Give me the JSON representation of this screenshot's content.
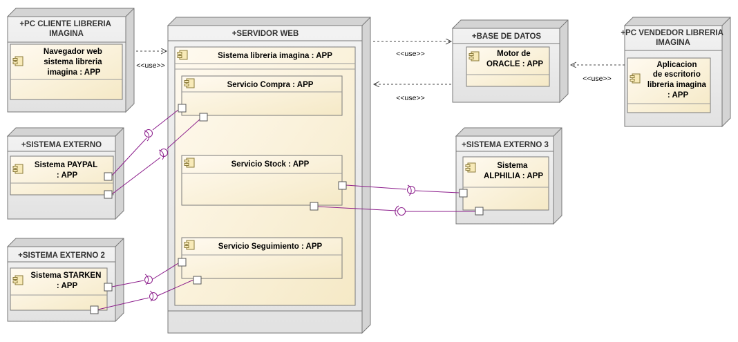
{
  "colors": {
    "node_fill": "#e8e8e8",
    "node_stroke": "#777777",
    "component_fill": "#fbf3d9",
    "connector": "#8b1c8b",
    "dependency": "#444444"
  },
  "nodes": {
    "pc_cliente": "+PC CLIENTE LIBRERIA IMAGINA",
    "servidor_web": "+SERVIDOR WEB",
    "base_datos": "+BASE DE DATOS",
    "pc_vendedor": "+PC VENDEDOR LIBRERIA IMAGINA",
    "sistema_externo": "+SISTEMA EXTERNO",
    "sistema_externo_2": "+SISTEMA EXTERNO 2",
    "sistema_externo_3": "+SISTEMA EXTERNO 3"
  },
  "components": {
    "navegador": "Navegador web sistema libreria imagina : APP",
    "sistema_libreria": "Sistema libreria imagina : APP",
    "servicio_compra": "Servicio Compra : APP",
    "servicio_stock": "Servicio Stock : APP",
    "servicio_seguimiento": "Servicio Seguimiento : APP",
    "motor_oracle": "Motor de ORACLE : APP",
    "aplicacion_escritorio": "Aplicacion de escritorio libreria imagina : APP",
    "sistema_paypal": "Sistema PAYPAL : APP",
    "sistema_starken": "Sistema STARKEN : APP",
    "sistema_alphilia": "Sistema ALPHILIA : APP"
  },
  "dependencies": {
    "use_label": "<<use>>"
  }
}
